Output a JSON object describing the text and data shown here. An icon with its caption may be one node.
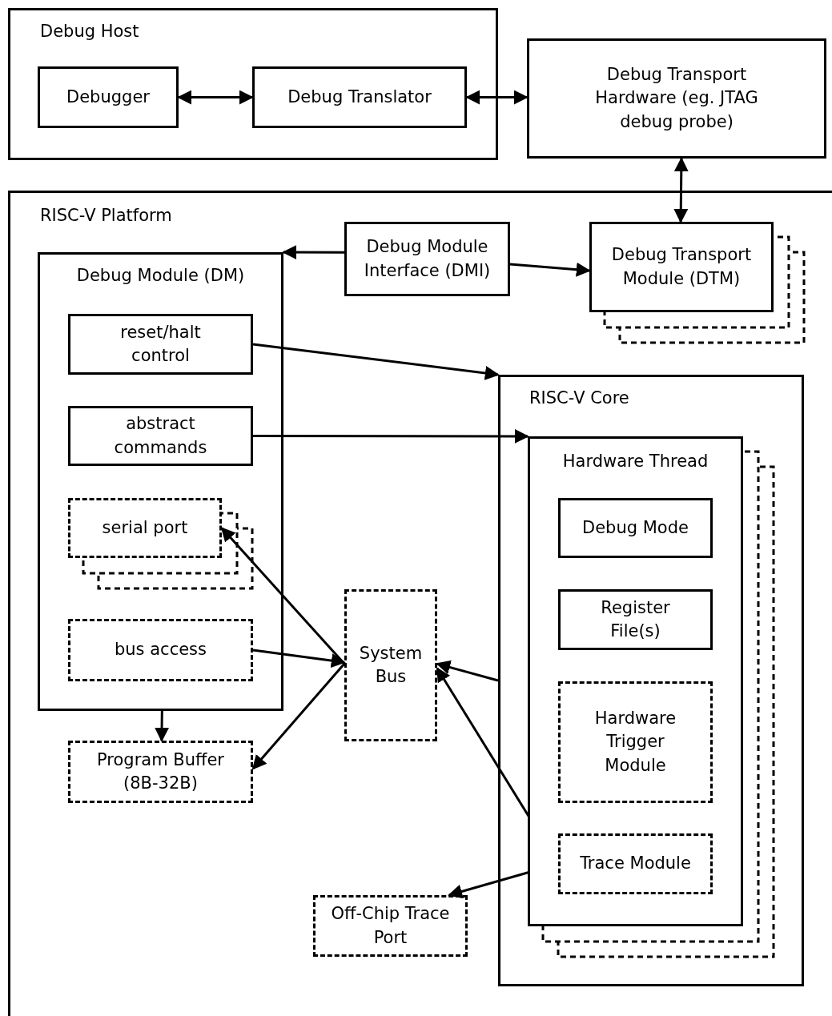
{
  "diagram": {
    "nodes": [
      {
        "text": [
          "Debug Host"
        ]
      },
      {
        "text": [
          "Debugger"
        ],
        "in": 0
      },
      {
        "text": [
          "Debug Translator"
        ],
        "in": 0
      },
      {
        "text": [
          "Debug Transport Hardware (eg. JTAG debug probe)"
        ]
      },
      {
        "text": [
          "RISC-V Platform"
        ]
      },
      {
        "text": [
          "Debug Module Interface (DMI)"
        ],
        "in": 4
      },
      {
        "text": [
          "Debug Transport Module (DTM)"
        ],
        "in": 4
      },
      {
        "text": [
          "Debug Module (DM)"
        ],
        "in": 4
      },
      {
        "text": [
          "reset/halt control"
        ],
        "in": 7
      },
      {
        "text": [
          "abstract commands"
        ],
        "in": 7
      },
      {
        "text": [
          "serial port"
        ],
        "in": 7
      },
      {
        "text": [
          "bus access"
        ],
        "in": 7
      },
      {
        "text": [
          "Program Buffer (8B-32B)"
        ],
        "in": 4
      },
      {
        "text": [
          "System Bus"
        ],
        "in": 4
      },
      {
        "text": [
          "RISC-V Core"
        ],
        "in": 4
      },
      {
        "text": [
          "Hardware Thread"
        ],
        "in": 14
      },
      {
        "text": [
          "Debug Mode"
        ],
        "in": 15
      },
      {
        "text": [
          "Register File(s)"
        ],
        "in": 15
      },
      {
        "text": [
          "Hardware Trigger Module"
        ],
        "in": 15
      },
      {
        "text": [
          "Trace Module"
        ],
        "in": 15
      },
      {
        "text": [
          "Off-Chip Trace Port"
        ],
        "in": 4
      }
    ],
    "edges": [
      {
        "from": 1,
        "to": 2,
        "arrow": "both"
      },
      {
        "from": 2,
        "to": 3,
        "arrow": "both"
      },
      {
        "from": 3,
        "to": 6,
        "arrow": "both"
      },
      {
        "from": 5,
        "to": 7,
        "arrow": "to"
      },
      {
        "from": 5,
        "to": 6,
        "arrow": "to"
      },
      {
        "from": 8,
        "to": 14,
        "arrow": "to"
      },
      {
        "from": 9,
        "to": 15,
        "arrow": "to"
      },
      {
        "from": 13,
        "to": 10,
        "arrow": "to"
      },
      {
        "from": 13,
        "to": 12,
        "arrow": "to"
      },
      {
        "from": 11,
        "to": 13,
        "arrow": "to"
      },
      {
        "from": 14,
        "to": 13,
        "arrow": "to"
      },
      {
        "from": 19,
        "to": 13,
        "arrow": "to"
      },
      {
        "from": 19,
        "to": 20,
        "arrow": "to"
      },
      {
        "from": 7,
        "to": 12,
        "arrow": "to"
      }
    ]
  }
}
